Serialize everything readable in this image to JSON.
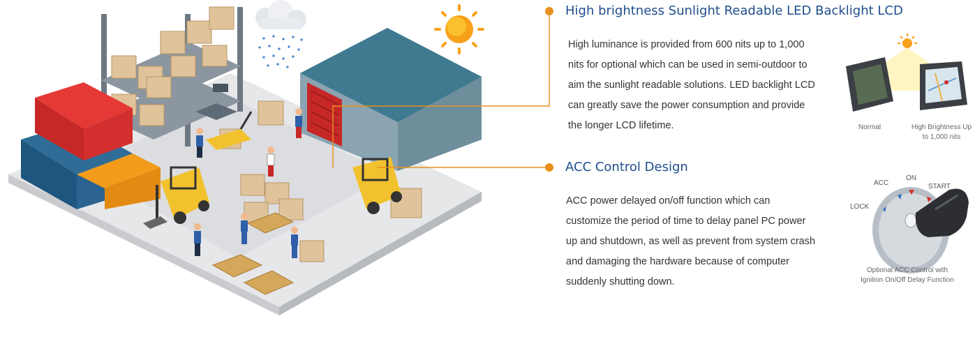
{
  "features": [
    {
      "title": "High brightness Sunlight Readable LED Backlight LCD",
      "body": "High luminance is provided from 600 nits up to 1,000 nits for optional which can be used in semi-outdoor to aim the sunlight readable solutions. LED backlight LCD can greatly save the power consumption and provide the longer LCD lifetime."
    },
    {
      "title": "ACC Control Design",
      "body": "ACC power delayed on/off function which can customize the period of time to delay panel PC power up and shutdown, as well as prevent from system crash and damaging the hardware because of computer suddenly shutting down."
    }
  ],
  "display_illustration": {
    "caption_left": "Normal",
    "caption_right_line1": "High Brightness Up",
    "caption_right_line2": "to 1,000 nits"
  },
  "ignition_illustration": {
    "label_lock": "LOCK",
    "label_acc": "ACC",
    "label_on": "ON",
    "label_start": "START",
    "caption_line1": "Optional ACC Control with",
    "caption_line2": "Ignition On/Off Delay Function"
  },
  "colors": {
    "accent_orange": "#e8901c",
    "title_blue": "#1f4e8c",
    "body_text": "#333333",
    "caption_gray": "#666666"
  }
}
